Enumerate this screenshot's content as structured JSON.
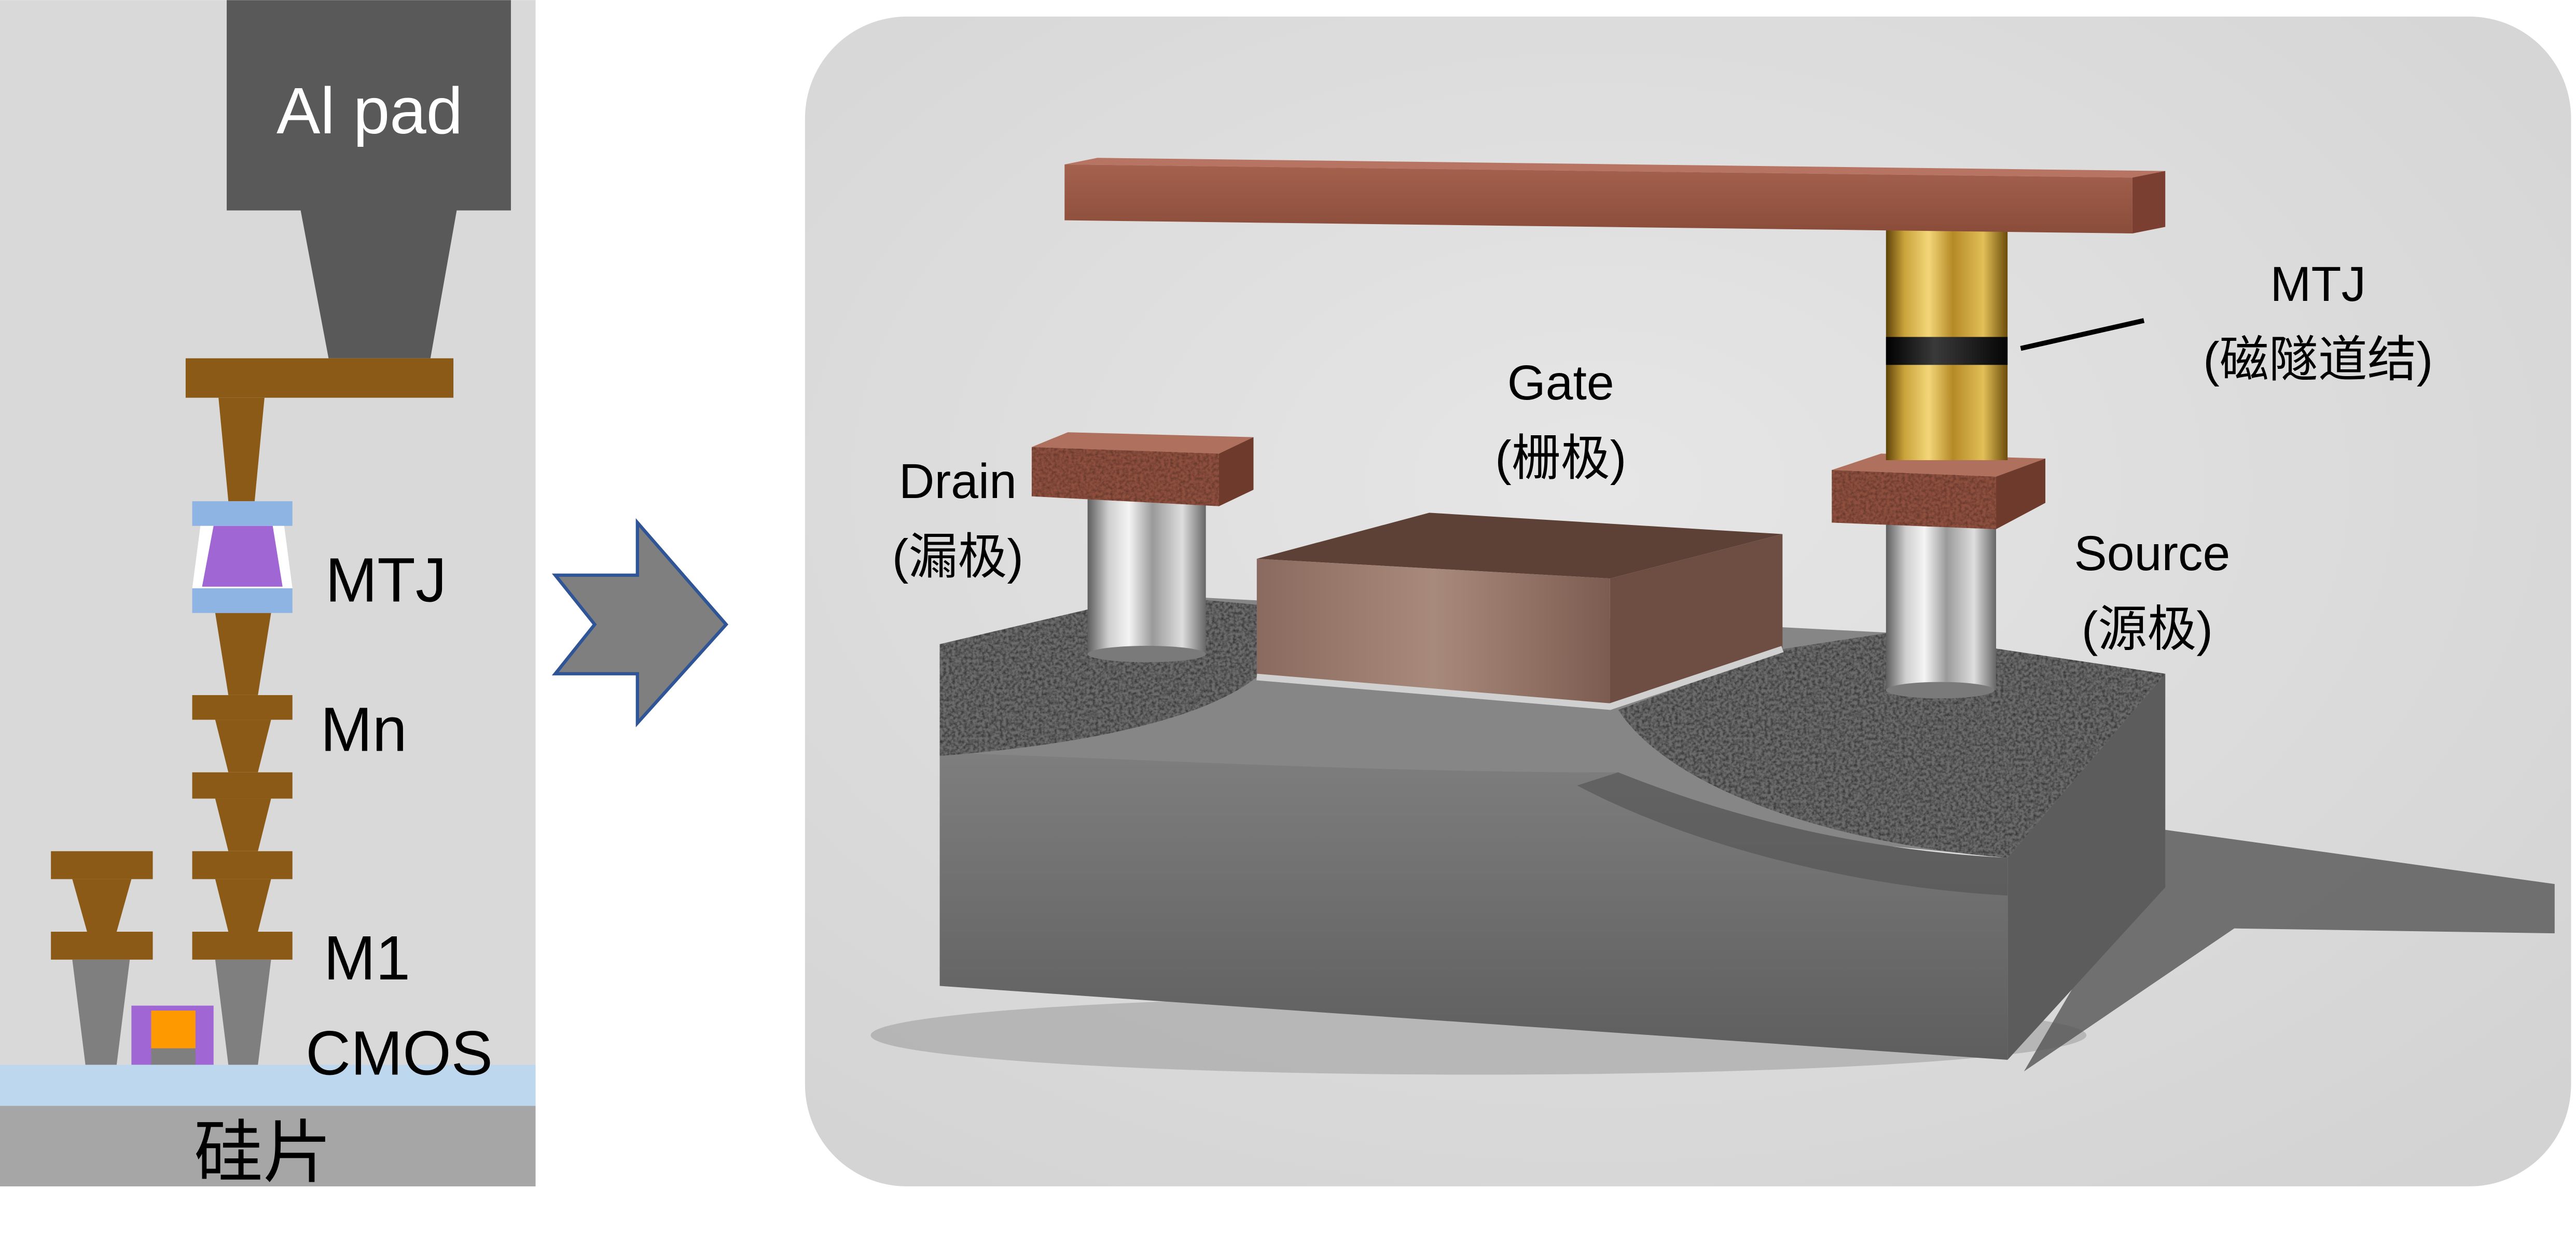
{
  "left_panel": {
    "al_pad_label": "Al pad",
    "mtj_label": "MTJ",
    "mn_label": "Mn",
    "m1_label": "M1",
    "cmos_label": "CMOS",
    "wafer_label": "硅片"
  },
  "right_panel": {
    "drain_label": "Drain",
    "drain_label_cn": "(漏极)",
    "gate_label": "Gate",
    "gate_label_cn": "(栅极)",
    "mtj_label": "MTJ",
    "mtj_label_cn": "(磁隧道结)",
    "source_label": "Source",
    "source_label_cn": "(源极)"
  },
  "colors": {
    "metal_line": "#8c5a17",
    "al_pad": "#595959",
    "mtj_free_layer": "#a066d3",
    "mtj_electrode": "#8eb4e3",
    "via": "#7f7f7f",
    "cmos_gate": "#ff9900",
    "substrate_oxide": "#bdd7ee",
    "silicon_wafer": "#a6a6a6",
    "arrow_fill": "#7f7f7f",
    "arrow_outline": "#2f5597"
  }
}
